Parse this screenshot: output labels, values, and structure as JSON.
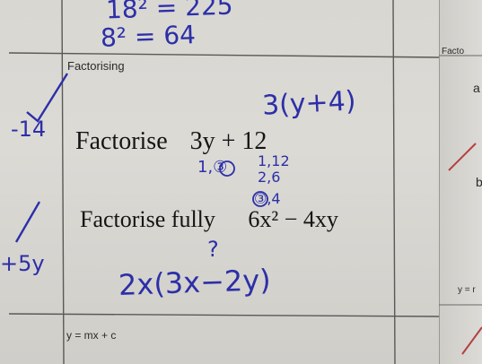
{
  "worksheet": {
    "top_work": [
      "18² = 225",
      "8² = 64"
    ],
    "section_heading": "Factorising",
    "q1": {
      "prefix": "Factorise",
      "expr": "3y + 12"
    },
    "q1_answer": "3(y+4)",
    "q1_working": [
      "1,③",
      "1,12",
      "2,6",
      "③,4"
    ],
    "q2": {
      "prefix": "Factorise fully",
      "expr": "6x² − 4xy"
    },
    "q2_mark": "?",
    "q2_answer": "2x(3x−2y)",
    "margin_marks": [
      "-14",
      "+5y"
    ],
    "bottom_heading": "y = mx + c",
    "right_sheet": {
      "heading": "Facto",
      "label_a": "a",
      "label_b": "b",
      "footer": "y = r"
    }
  },
  "colors": {
    "ink_blue": "#2c2fa8",
    "paper": "#dcdad5",
    "print_text": "#151515"
  }
}
